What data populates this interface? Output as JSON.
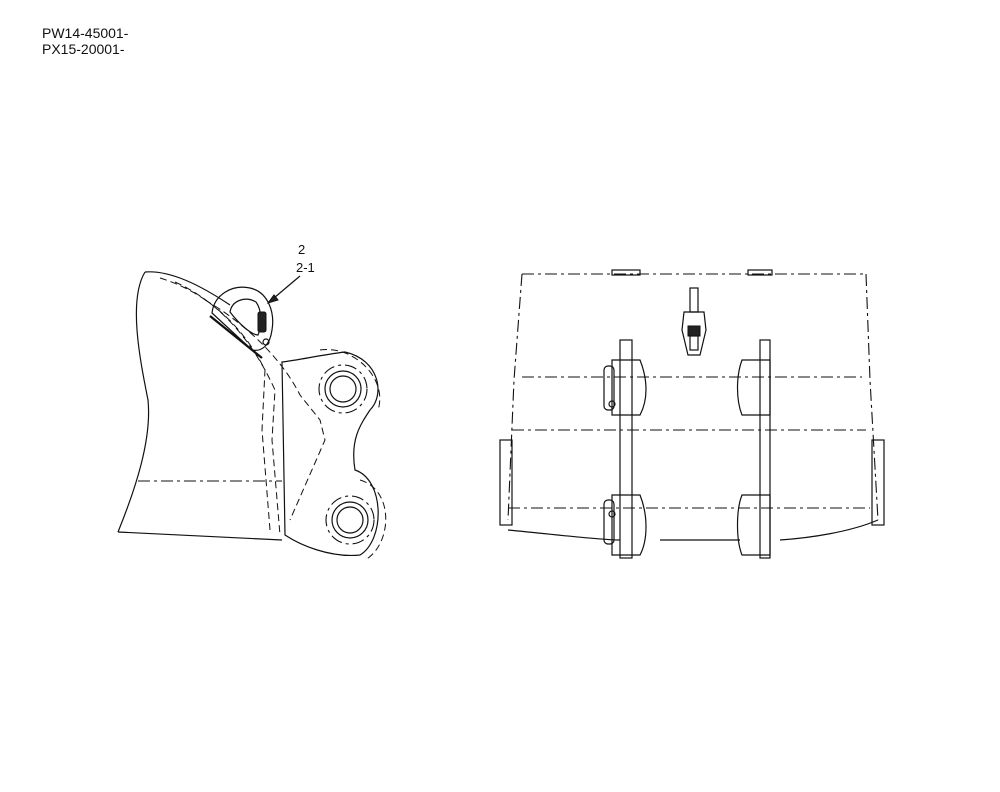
{
  "header": {
    "serial_1": "PW14-45001-",
    "serial_2": "PX15-20001-"
  },
  "callouts": {
    "part_2": "2",
    "part_2_1": "2-1"
  }
}
